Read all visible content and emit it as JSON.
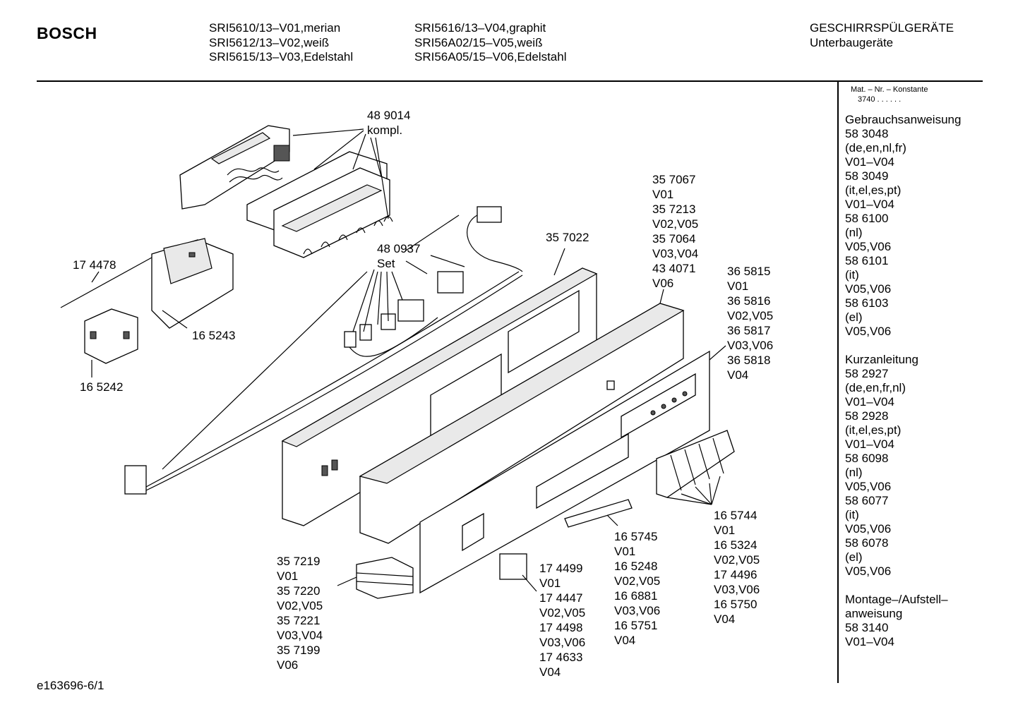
{
  "header": {
    "brand": "BOSCH",
    "models_col1": [
      "SRI5610/13–V01,merian",
      "SRI5612/13–V02,weiß",
      "SRI5615/13–V03,Edelstahl"
    ],
    "models_col2": [
      "SRI5616/13–V04,graphit",
      "SRI56A02/15–V05,weiß",
      "SRI56A05/15–V06,Edelstahl"
    ],
    "category": "GESCHIRRSPÜLGERÄTE",
    "subcategory": "Unterbaugeräte"
  },
  "sidebar": {
    "mat_nr_label": "Mat. – Nr. – Konstante",
    "mat_nr_value": "3740  .  .     .  .  .  .",
    "lines": [
      "Gebrauchsanweisung",
      "58 3048",
      "(de,en,nl,fr)",
      "V01–V04",
      "58 3049",
      "(it,el,es,pt)",
      "V01–V04",
      "58 6100",
      "(nl)",
      "V05,V06",
      "58 6101",
      "(it)",
      "V05,V06",
      "58 6103",
      "(el)",
      "V05,V06",
      "",
      "Kurzanleitung",
      "58 2927",
      "(de,en,fr,nl)",
      "V01–V04",
      "58 2928",
      "(it,el,es,pt)",
      "V01–V04",
      "58 6098",
      "(nl)",
      "V05,V06",
      "58 6077",
      "(it)",
      "V05,V06",
      "58 6078",
      "(el)",
      "V05,V06",
      "",
      "Montage–/Aufstell–",
      "anweisung",
      "58 3140",
      "V01–V04"
    ]
  },
  "labels": {
    "l489014": [
      "48 9014",
      "kompl."
    ],
    "l174478": [
      "17 4478"
    ],
    "l165243": [
      "16 5243"
    ],
    "l165242": [
      "16 5242"
    ],
    "l480937": [
      "48 0937",
      "Set"
    ],
    "l357022": [
      "35 7022"
    ],
    "l357067": [
      "35 7067",
      "V01",
      "35 7213",
      "V02,V05",
      "35 7064",
      "V03,V04",
      "43 4071",
      "V06"
    ],
    "l365815": [
      "36 5815",
      "V01",
      "36 5816",
      "V02,V05",
      "36 5817",
      "V03,V06",
      "36 5818",
      "V04"
    ],
    "l165744": [
      "16 5744",
      "V01",
      "16 5324",
      "V02,V05",
      "17 4496",
      "V03,V06",
      "16 5750",
      "V04"
    ],
    "l165745": [
      "16 5745",
      "V01",
      "16 5248",
      "V02,V05",
      "16 6881",
      "V03,V06",
      "16 5751",
      "V04"
    ],
    "l174499": [
      "17 4499",
      "V01",
      "17 4447",
      "V02,V05",
      "17 4498",
      "V03,V06",
      "17 4633",
      "V04"
    ],
    "l357219": [
      "35 7219",
      "V01",
      "35 7220",
      "V02,V05",
      "35 7221",
      "V03,V04",
      "35 7199",
      "V06"
    ]
  },
  "footer": {
    "doc_id": "e163696-6/1"
  }
}
